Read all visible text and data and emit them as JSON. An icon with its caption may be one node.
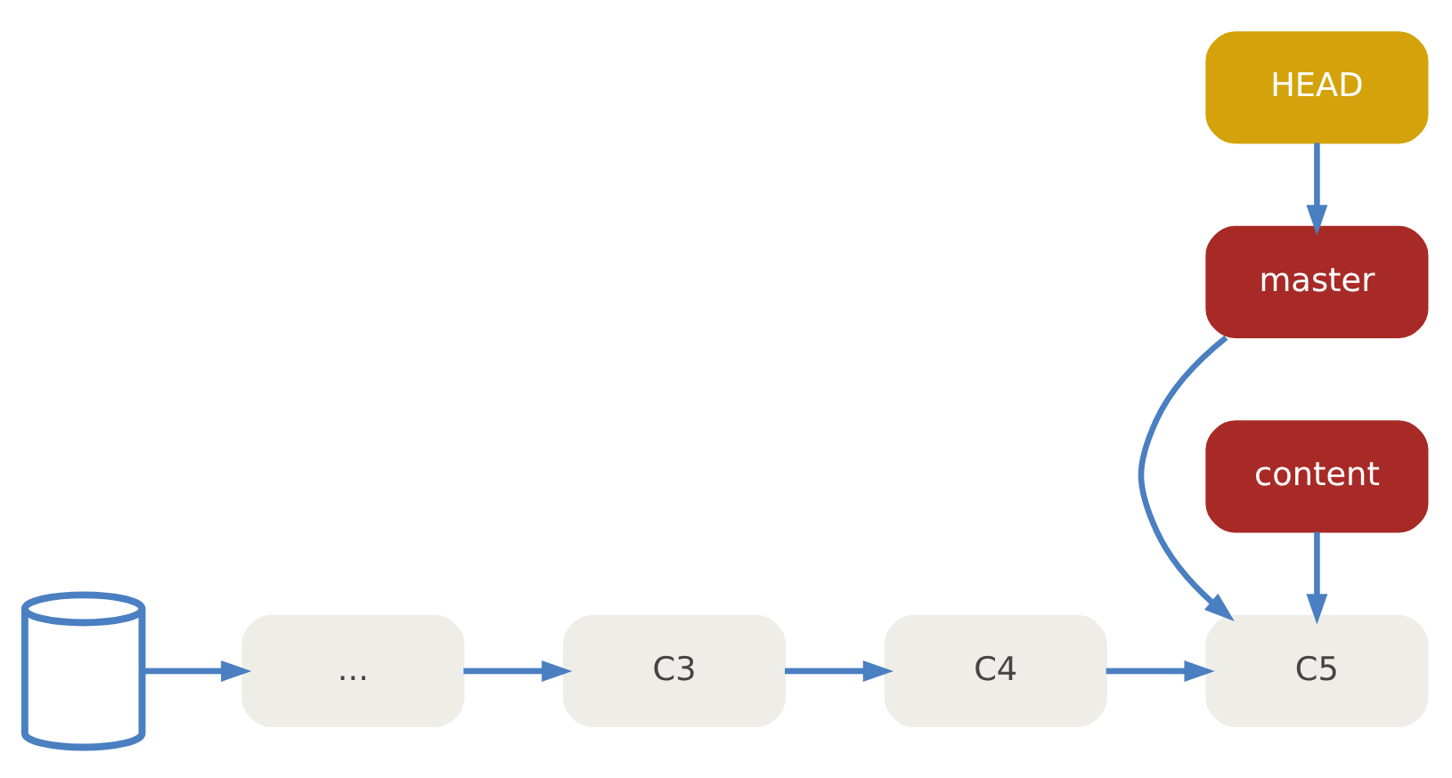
{
  "diagram": {
    "nodes": [
      {
        "text": [],
        "shape": "cylinder"
      },
      {
        "text": [
          "..."
        ]
      },
      {
        "text": [
          "C3"
        ]
      },
      {
        "text": [
          "C4"
        ]
      },
      {
        "text": [
          "C5"
        ]
      },
      {
        "text": [
          "HEAD"
        ]
      },
      {
        "text": [
          "master"
        ]
      },
      {
        "text": [
          "content"
        ]
      }
    ],
    "edges": [
      {
        "from": 0,
        "to": 1,
        "arrow": "to"
      },
      {
        "from": 1,
        "to": 2,
        "arrow": "to"
      },
      {
        "from": 2,
        "to": 3,
        "arrow": "to"
      },
      {
        "from": 3,
        "to": 4,
        "arrow": "to"
      },
      {
        "from": 5,
        "to": 6,
        "arrow": "to"
      },
      {
        "from": 6,
        "to": 4,
        "arrow": "to"
      },
      {
        "from": 7,
        "to": 4,
        "arrow": "to"
      }
    ]
  }
}
